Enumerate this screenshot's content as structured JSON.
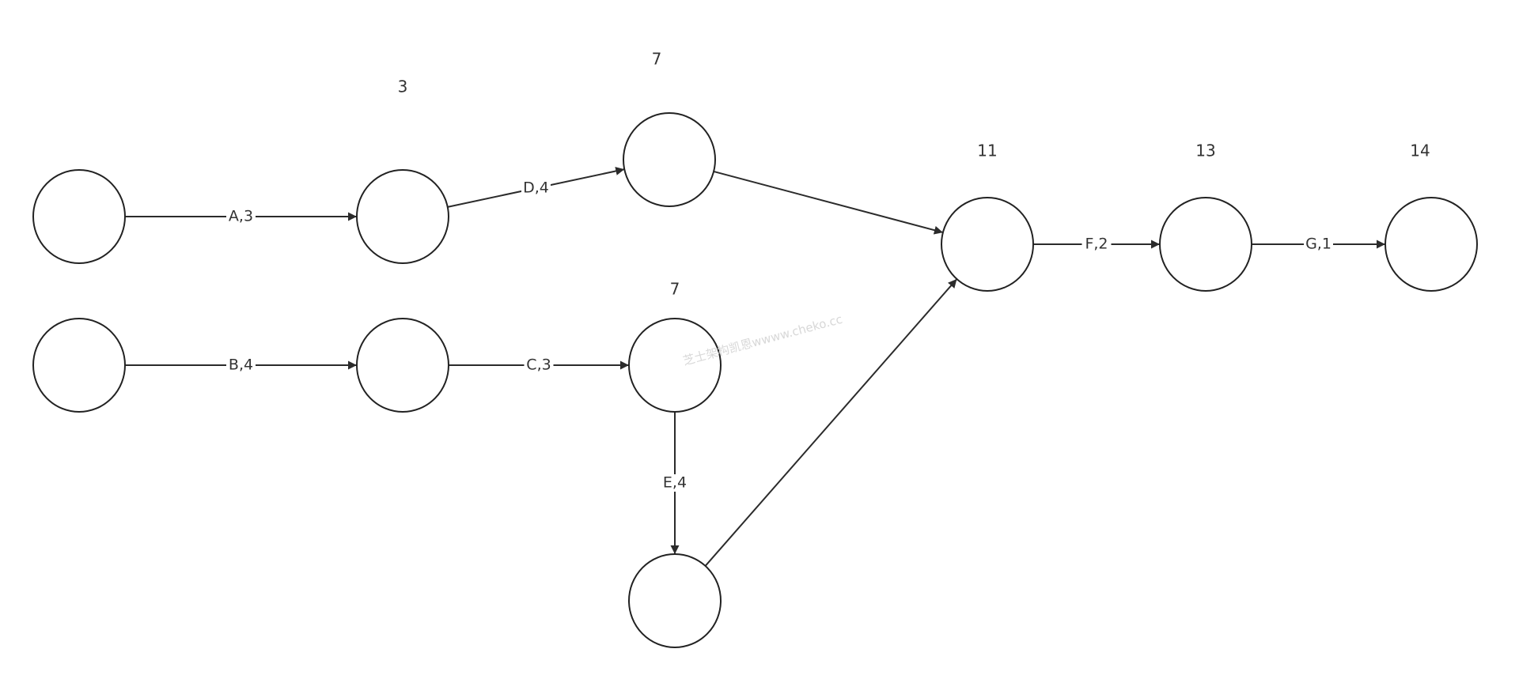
{
  "diagram": {
    "nodes": [
      {
        "id": "n1",
        "label": ""
      },
      {
        "id": "n2",
        "label": "3"
      },
      {
        "id": "n3",
        "label": "7"
      },
      {
        "id": "n4",
        "label": ""
      },
      {
        "id": "n5",
        "label": ""
      },
      {
        "id": "n6",
        "label": "7"
      },
      {
        "id": "n7",
        "label": ""
      },
      {
        "id": "n8",
        "label": "11"
      },
      {
        "id": "n9",
        "label": "13"
      },
      {
        "id": "n10",
        "label": "14"
      }
    ],
    "edges": [
      {
        "from": "n1",
        "to": "n2",
        "label": "A,3"
      },
      {
        "from": "n2",
        "to": "n3",
        "label": "D,4"
      },
      {
        "from": "n3",
        "to": "n8",
        "label": ""
      },
      {
        "from": "n4",
        "to": "n5",
        "label": "B,4"
      },
      {
        "from": "n5",
        "to": "n6",
        "label": "C,3"
      },
      {
        "from": "n6",
        "to": "n7",
        "label": "E,4"
      },
      {
        "from": "n7",
        "to": "n8",
        "label": ""
      },
      {
        "from": "n8",
        "to": "n9",
        "label": "F,2"
      },
      {
        "from": "n9",
        "to": "n10",
        "label": "G,1"
      }
    ],
    "watermark": "芝士架构凯恩wwww.cheko.cc",
    "colors": {
      "stroke": "#222222",
      "text": "#333333"
    }
  }
}
